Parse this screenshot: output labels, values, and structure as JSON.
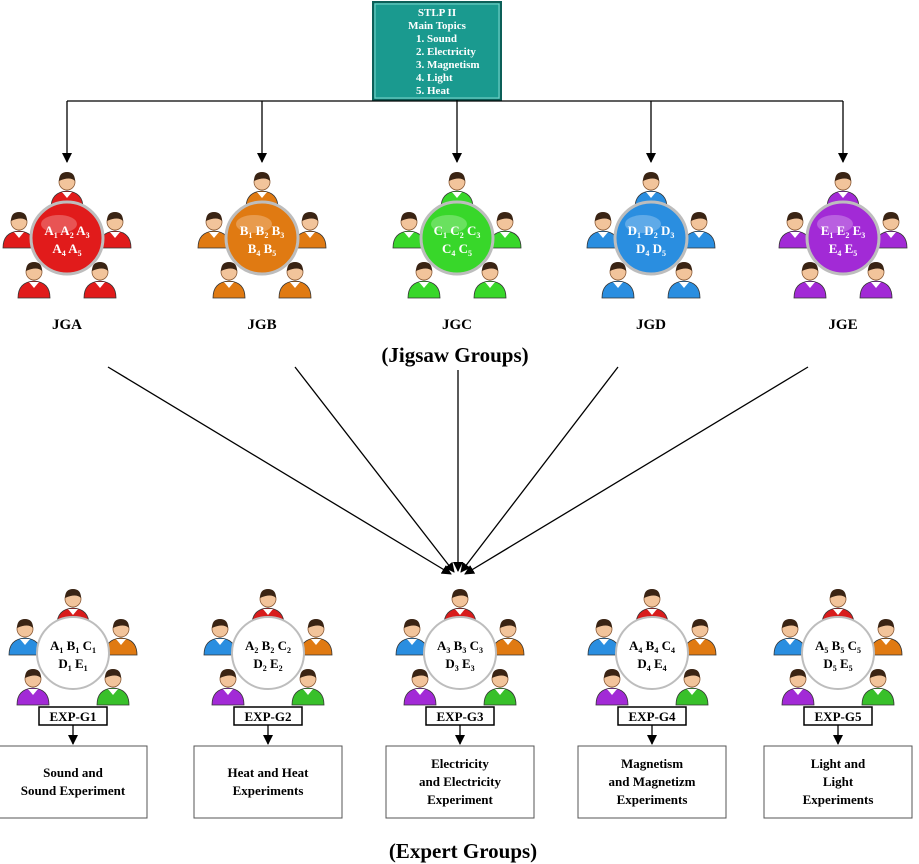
{
  "top_box": {
    "lines": [
      "STLP II",
      "Main Topics",
      "1. Sound",
      "2. Electricity",
      "3. Magnetism",
      "4. Light",
      "5. Heat"
    ],
    "color": "#1a9a8f"
  },
  "jigsaw_groups": [
    {
      "label": "JGA",
      "color": "#e11b1b",
      "row1": [
        "A",
        "A",
        "A"
      ],
      "row1_sub": [
        "1",
        "2",
        "3"
      ],
      "row2": [
        "A",
        "A"
      ],
      "row2_sub": [
        "4",
        "5"
      ]
    },
    {
      "label": "JGB",
      "color": "#e07a12",
      "row1": [
        "B",
        "B",
        "B"
      ],
      "row1_sub": [
        "1",
        "2",
        "3"
      ],
      "row2": [
        "B",
        "B"
      ],
      "row2_sub": [
        "4",
        "5"
      ]
    },
    {
      "label": "JGC",
      "color": "#38d72a",
      "row1": [
        "C",
        "C",
        "C"
      ],
      "row1_sub": [
        "1",
        "2",
        "3"
      ],
      "row2": [
        "C",
        "C"
      ],
      "row2_sub": [
        "4",
        "5"
      ]
    },
    {
      "label": "JGD",
      "color": "#2a8ee0",
      "row1": [
        "D",
        "D",
        "D"
      ],
      "row1_sub": [
        "1",
        "2",
        "3"
      ],
      "row2": [
        "D",
        "D"
      ],
      "row2_sub": [
        "4",
        "5"
      ]
    },
    {
      "label": "JGE",
      "color": "#a22ad6",
      "row1": [
        "E",
        "E",
        "E"
      ],
      "row1_sub": [
        "1",
        "2",
        "3"
      ],
      "row2": [
        "E",
        "E"
      ],
      "row2_sub": [
        "4",
        "5"
      ]
    }
  ],
  "jigsaw_caption": "(Jigsaw Groups)",
  "expert_groups": [
    {
      "label": "EXP-G1",
      "row1": [
        "A",
        "B",
        "C"
      ],
      "row1_sub": [
        "1",
        "1",
        "1"
      ],
      "row2": [
        "D",
        "E"
      ],
      "row2_sub": [
        "1",
        "1"
      ],
      "topic": [
        "Sound and",
        "Sound Experiment"
      ]
    },
    {
      "label": "EXP-G2",
      "row1": [
        "A",
        "B",
        "C"
      ],
      "row1_sub": [
        "2",
        "2",
        "2"
      ],
      "row2": [
        "D",
        "E"
      ],
      "row2_sub": [
        "2",
        "2"
      ],
      "topic": [
        "Heat and Heat",
        "Experiments"
      ]
    },
    {
      "label": "EXP-G3",
      "row1": [
        "A",
        "B",
        "C"
      ],
      "row1_sub": [
        "3",
        "3",
        "3"
      ],
      "row2": [
        "D",
        "E"
      ],
      "row2_sub": [
        "3",
        "3"
      ],
      "topic": [
        "Electricity",
        "and Electricity",
        "Experiment"
      ]
    },
    {
      "label": "EXP-G4",
      "row1": [
        "A",
        "B",
        "C"
      ],
      "row1_sub": [
        "4",
        "4",
        "4"
      ],
      "row2": [
        "D",
        "E"
      ],
      "row2_sub": [
        "4",
        "4"
      ],
      "topic": [
        "Magnetism",
        "and Magnetizm",
        "Experiments"
      ]
    },
    {
      "label": "EXP-G5",
      "row1": [
        "A",
        "B",
        "C"
      ],
      "row1_sub": [
        "5",
        "5",
        "5"
      ],
      "row2": [
        "D",
        "E"
      ],
      "row2_sub": [
        "5",
        "5"
      ],
      "topic": [
        "Light and",
        "Light",
        "Experiments"
      ]
    }
  ],
  "expert_member_colors": [
    "#d81c1c",
    "#e07a12",
    "#38c02a",
    "#a22ad6",
    "#2a8ee0"
  ],
  "expert_caption": "(Expert Groups)"
}
